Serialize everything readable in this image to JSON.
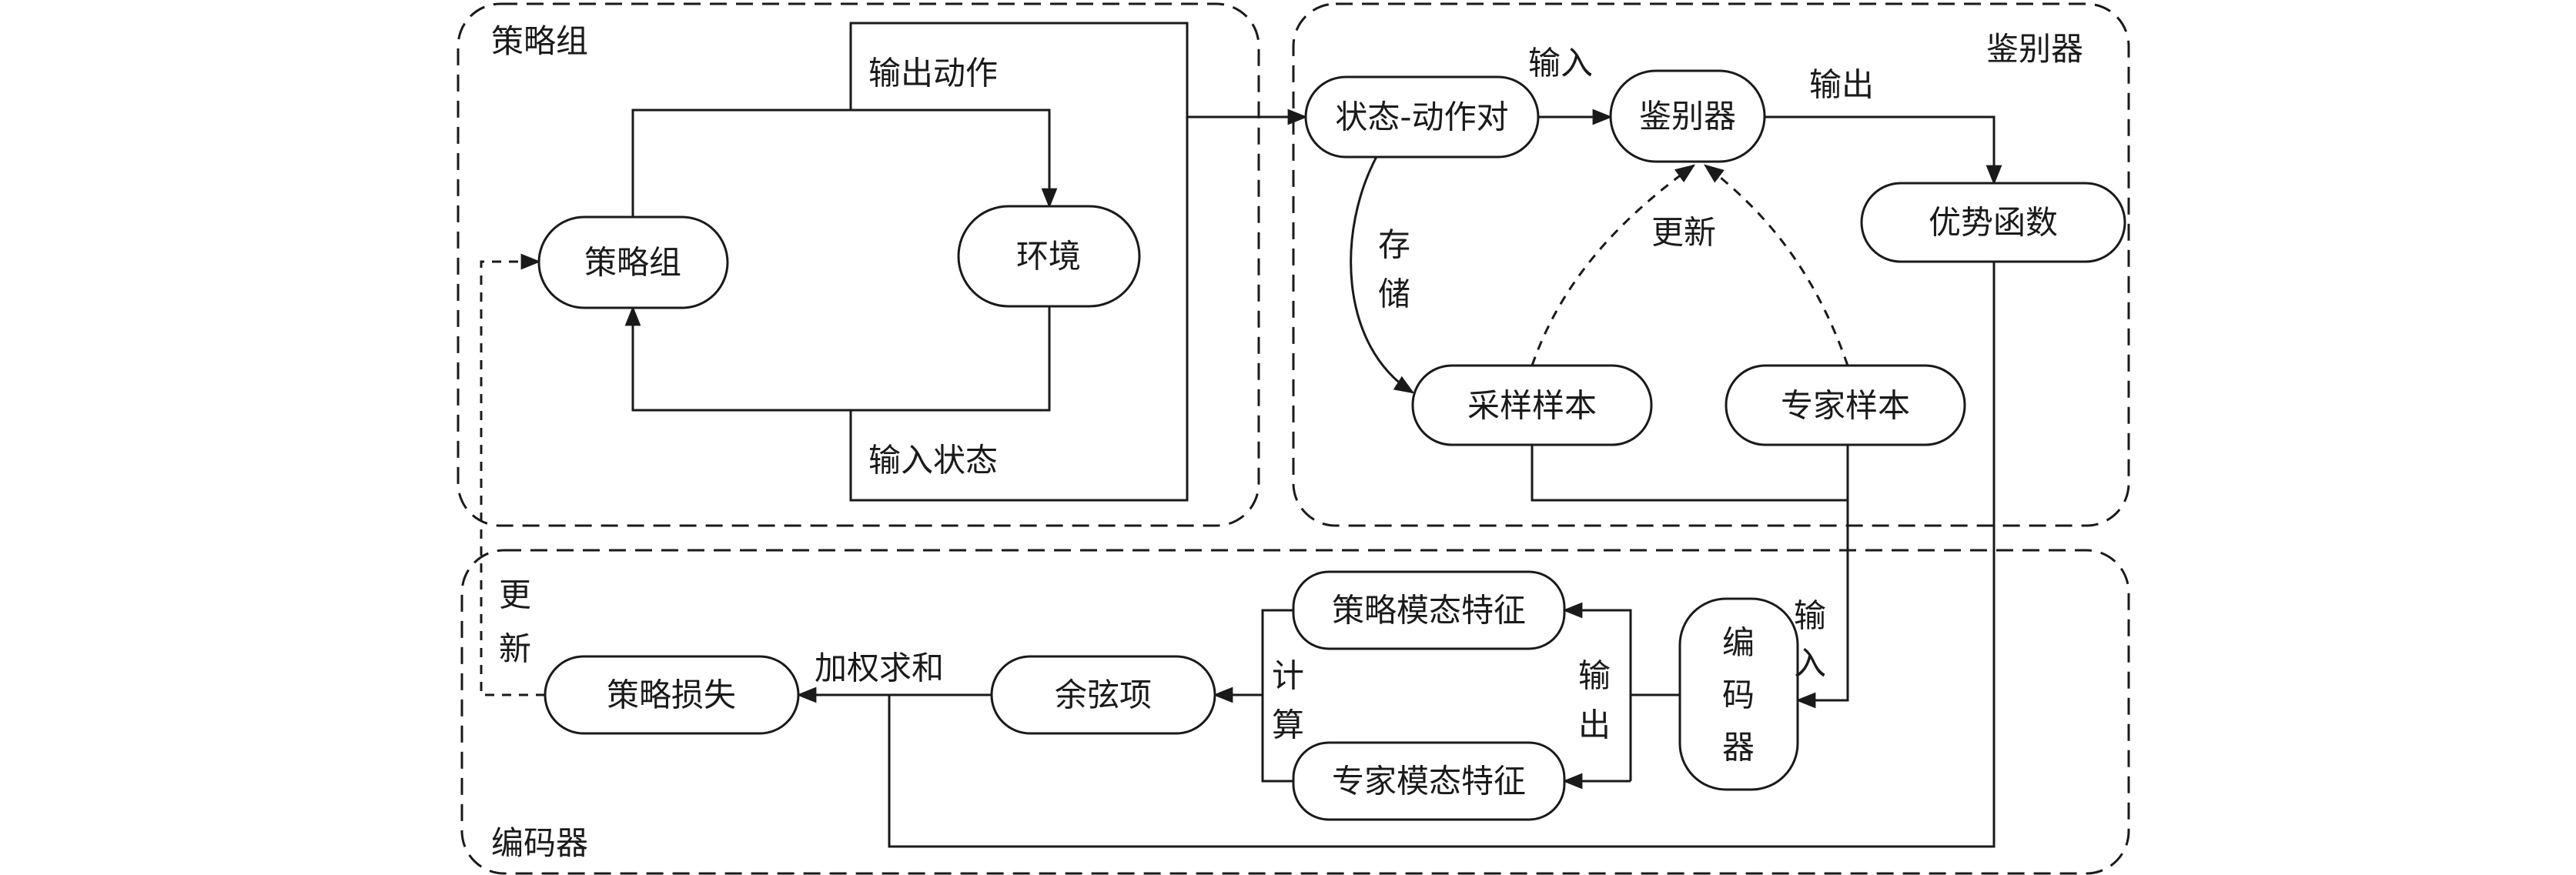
{
  "groups": {
    "policy": "策略组",
    "discriminator": "鉴别器",
    "encoder": "编码器"
  },
  "nodes": {
    "policy_group": "策略组",
    "environment": "环境",
    "state_action_pair": "状态-动作对",
    "discriminator": "鉴别器",
    "advantage_function": "优势函数",
    "sampled_samples": "采样样本",
    "expert_samples": "专家样本",
    "encoder": [
      "编",
      "码",
      "器"
    ],
    "policy_modal_features": "策略模态特征",
    "expert_modal_features": "专家模态特征",
    "cosine_term": "余弦项",
    "policy_loss": "策略损失"
  },
  "edges": {
    "output_action": "输出动作",
    "input_state": "输入状态",
    "input_to_discriminator": "输入",
    "output_from_discriminator": "输出",
    "store": [
      "存",
      "储"
    ],
    "update_discriminator": "更新",
    "input_to_encoder": [
      "输",
      "入"
    ],
    "output_from_encoder": [
      "输",
      "出"
    ],
    "compute": [
      "计",
      "算"
    ],
    "weighted_sum": "加权求和",
    "update_policy": [
      "更",
      "新"
    ]
  }
}
